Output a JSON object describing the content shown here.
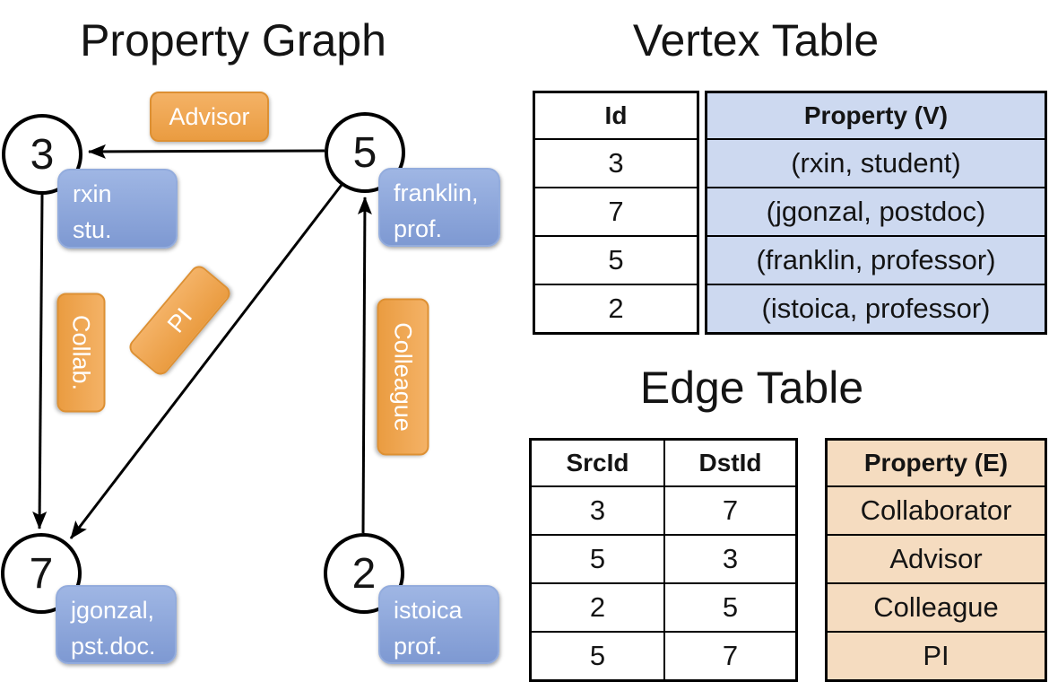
{
  "graph": {
    "title": "Property Graph",
    "nodes": [
      {
        "id": "3"
      },
      {
        "id": "5"
      },
      {
        "id": "7"
      },
      {
        "id": "2"
      }
    ],
    "vertex_labels": [
      {
        "line1": "rxin",
        "line2": "stu."
      },
      {
        "line1": "franklin,",
        "line2": "prof."
      },
      {
        "line1": "jgonzal,",
        "line2": "pst.doc."
      },
      {
        "line1": "istoica",
        "line2": "prof."
      }
    ],
    "edge_labels": [
      {
        "label": "Advisor"
      },
      {
        "label": "Collab."
      },
      {
        "label": "PI"
      },
      {
        "label": "Colleague"
      }
    ]
  },
  "vertex_table": {
    "title": "Vertex Table",
    "columns": {
      "id": "Id",
      "property": "Property (V)"
    },
    "rows": [
      {
        "id": "3",
        "property": "(rxin, student)"
      },
      {
        "id": "7",
        "property": "(jgonzal, postdoc)"
      },
      {
        "id": "5",
        "property": "(franklin, professor)"
      },
      {
        "id": "2",
        "property": "(istoica, professor)"
      }
    ]
  },
  "edge_table": {
    "title": "Edge Table",
    "columns": {
      "src": "SrcId",
      "dst": "DstId",
      "property": "Property (E)"
    },
    "rows": [
      {
        "src": "3",
        "dst": "7",
        "property": "Collaborator"
      },
      {
        "src": "5",
        "dst": "3",
        "property": "Advisor"
      },
      {
        "src": "2",
        "dst": "5",
        "property": "Colleague"
      },
      {
        "src": "5",
        "dst": "7",
        "property": "PI"
      }
    ]
  },
  "colors": {
    "edge_label_top": "#f4b266",
    "edge_label_bottom": "#ea9c41",
    "vertex_label_top": "#9fb6e4",
    "vertex_label_bottom": "#7e99d2",
    "vertex_table_fill": "#cdd9f0",
    "edge_table_fill": "#f5dcc0",
    "line_color": "#000000"
  }
}
